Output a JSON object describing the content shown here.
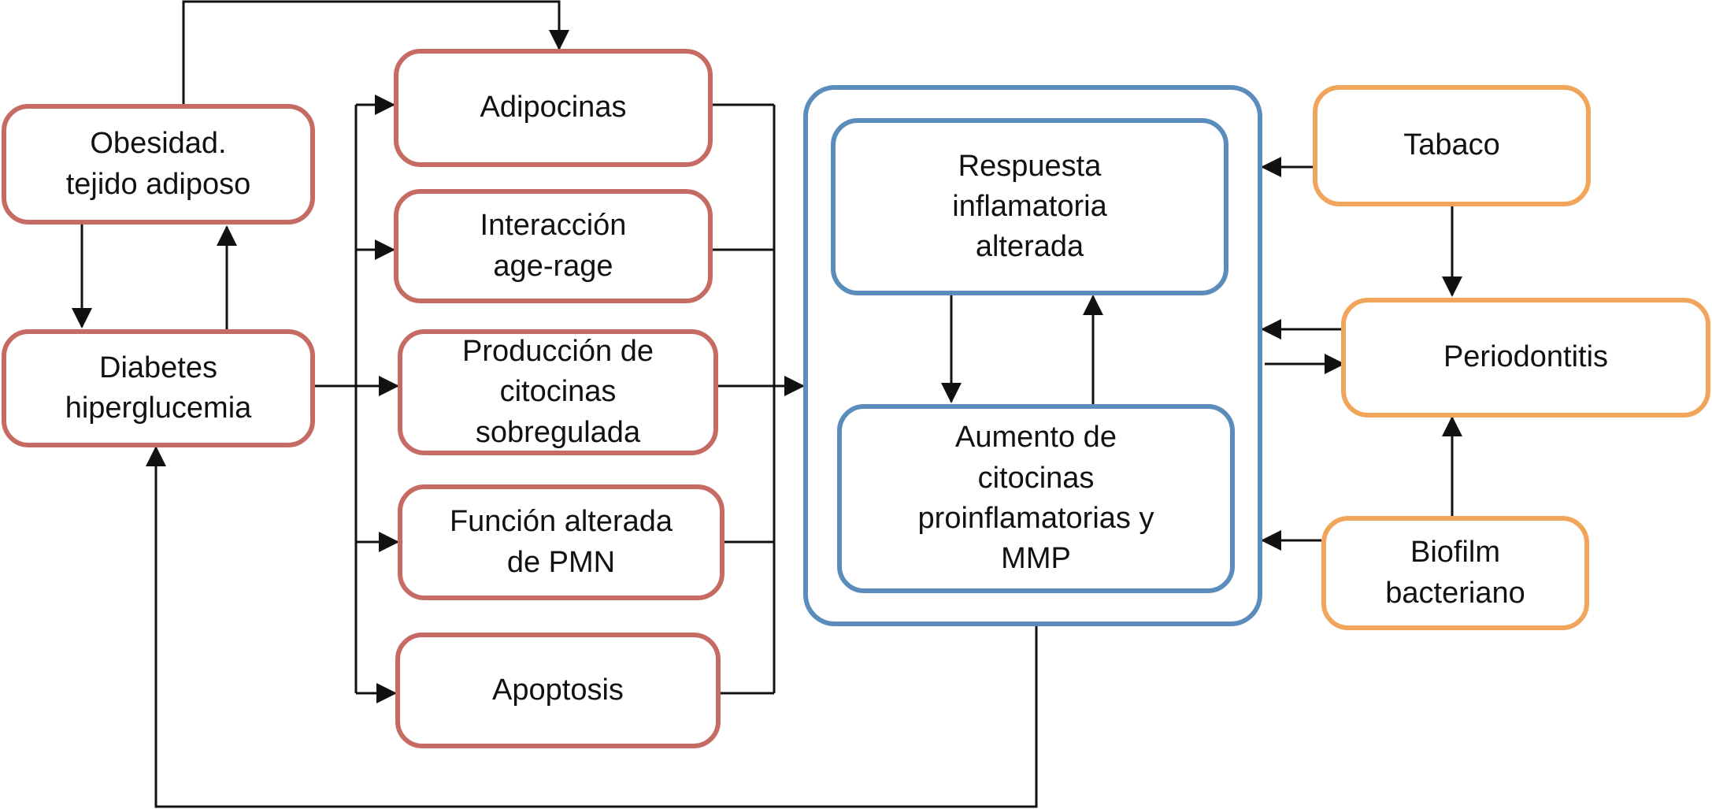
{
  "colors": {
    "red_border": "#c56b63",
    "blue_border": "#5a8dbb",
    "orange_border": "#f0a55a",
    "arrow": "#111111"
  },
  "nodes": {
    "obesidad": "Obesidad.\ntejido adiposo",
    "diabetes": "Diabetes\nhiperglucemia",
    "adipocinas": "Adipocinas",
    "interaccion": "Interacción\nage-rage",
    "produccion": "Producción de\ncitocinas\nsobregulada",
    "funcion": "Función alterada\nde PMN",
    "apoptosis": "Apoptosis",
    "respuesta": "Respuesta\ninflamatoria\nalterada",
    "aumento": "Aumento de\ncitocinas\nproinflamatorias y\nMMP",
    "tabaco": "Tabaco",
    "periodontitis": "Periodontitis",
    "biofilm": "Biofilm\nbacteriano"
  }
}
